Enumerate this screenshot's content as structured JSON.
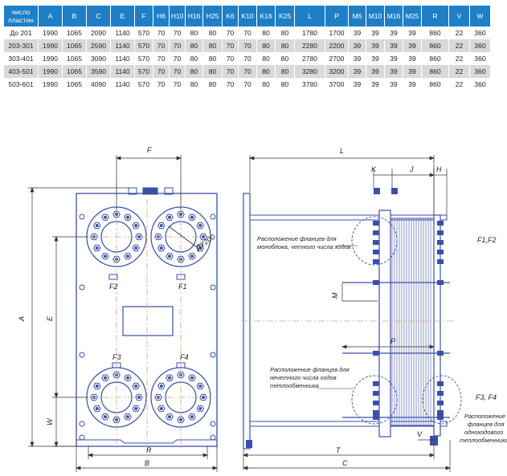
{
  "table": {
    "headers": [
      "число пластин",
      "A",
      "B",
      "C",
      "E",
      "F",
      "H6",
      "H10",
      "H16",
      "H25",
      "K6",
      "K10",
      "K16",
      "K25",
      "L",
      "P",
      "M6",
      "M10",
      "M16",
      "M25",
      "R",
      "V",
      "W"
    ],
    "rows": [
      [
        "До 201",
        "1990",
        "1065",
        "2090",
        "1140",
        "570",
        "70",
        "70",
        "80",
        "80",
        "70",
        "70",
        "80",
        "80",
        "1780",
        "1700",
        "39",
        "39",
        "39",
        "39",
        "860",
        "22",
        "360"
      ],
      [
        "203-301",
        "1990",
        "1065",
        "2590",
        "1140",
        "570",
        "70",
        "70",
        "80",
        "80",
        "70",
        "70",
        "80",
        "80",
        "2280",
        "2200",
        "39",
        "39",
        "39",
        "39",
        "860",
        "22",
        "360"
      ],
      [
        "303-401",
        "1990",
        "1065",
        "3090",
        "1140",
        "570",
        "70",
        "70",
        "80",
        "80",
        "70",
        "70",
        "80",
        "80",
        "2780",
        "2700",
        "39",
        "39",
        "39",
        "39",
        "860",
        "22",
        "360"
      ],
      [
        "403-501",
        "1990",
        "1065",
        "3590",
        "1140",
        "570",
        "70",
        "70",
        "80",
        "80",
        "70",
        "70",
        "80",
        "80",
        "3280",
        "3200",
        "39",
        "39",
        "39",
        "39",
        "860",
        "22",
        "360"
      ],
      [
        "503-601",
        "1990",
        "1065",
        "4090",
        "1140",
        "570",
        "70",
        "70",
        "80",
        "80",
        "70",
        "70",
        "80",
        "80",
        "3780",
        "3700",
        "39",
        "39",
        "39",
        "39",
        "860",
        "22",
        "360"
      ]
    ]
  },
  "front_view": {
    "dim_F": "F",
    "dim_A": "A",
    "dim_E": "E",
    "dim_W": "W",
    "dim_R": "R",
    "dim_B": "B",
    "dim_DN": "ДУ200",
    "port_F1": "F1",
    "port_F2": "F2",
    "port_F3": "F3",
    "port_F4": "F4"
  },
  "side_view": {
    "dim_L": "L",
    "dim_K": "K",
    "dim_J": "J",
    "dim_H": "H",
    "dim_M": "M",
    "dim_P": "P",
    "dim_T": "T",
    "dim_C": "C",
    "dim_V": "V",
    "label_F1F2": "F1,F2",
    "label_F3F4": "F3, F4",
    "note_top": [
      "Расположение фланцев для",
      "моноблока, четного числа ходов"
    ],
    "note_mid": [
      "Расположение фланцев для",
      "нечетного числа ходов",
      "теплообменника"
    ],
    "note_right": [
      "Расположение",
      "фланцев для",
      "одноходового",
      "теплообменника"
    ]
  },
  "colors": {
    "header_bg": "#1e7fc6",
    "row_alt": "#d9d9d9",
    "plate": "#3a4fa8",
    "dim_line": "#333333",
    "bolt": "#3b4ca6",
    "dash": "#e0a07a"
  }
}
